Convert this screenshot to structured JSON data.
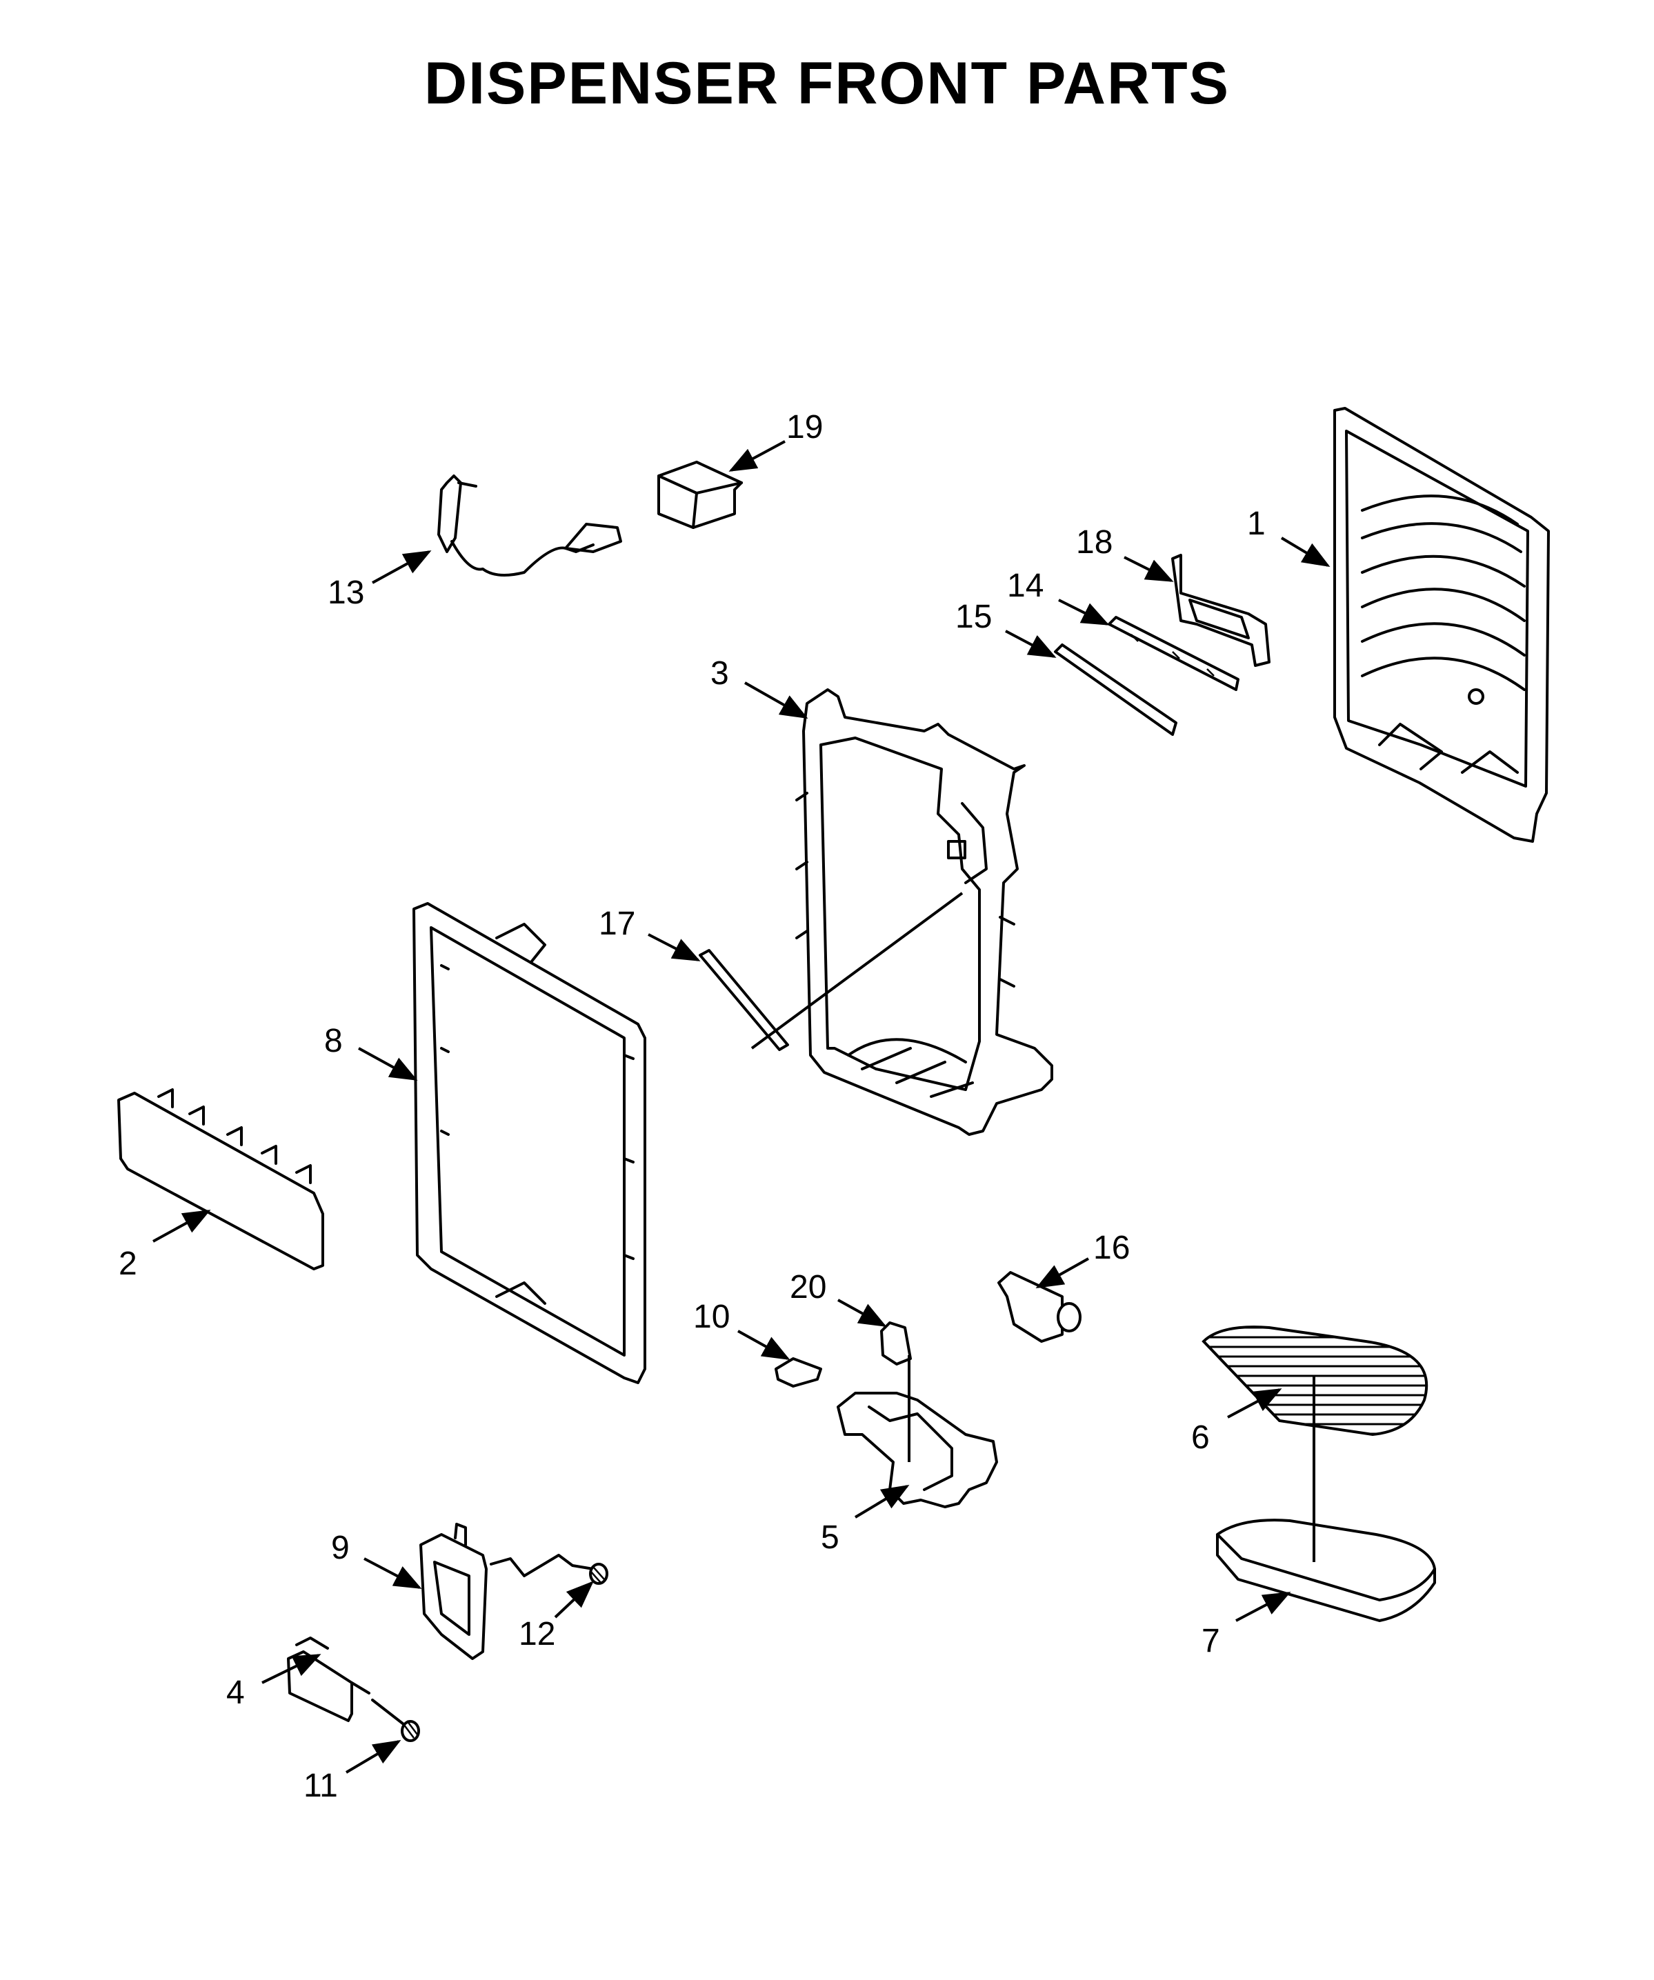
{
  "title": "DISPENSER FRONT PARTS",
  "callouts": [
    {
      "id": "1",
      "label": "1"
    },
    {
      "id": "2",
      "label": "2"
    },
    {
      "id": "3",
      "label": "3"
    },
    {
      "id": "4",
      "label": "4"
    },
    {
      "id": "5",
      "label": "5"
    },
    {
      "id": "6",
      "label": "6"
    },
    {
      "id": "7",
      "label": "7"
    },
    {
      "id": "8",
      "label": "8"
    },
    {
      "id": "9",
      "label": "9"
    },
    {
      "id": "10",
      "label": "10"
    },
    {
      "id": "11",
      "label": "11"
    },
    {
      "id": "12",
      "label": "12"
    },
    {
      "id": "13",
      "label": "13"
    },
    {
      "id": "14",
      "label": "14"
    },
    {
      "id": "15",
      "label": "15"
    },
    {
      "id": "16",
      "label": "16"
    },
    {
      "id": "17",
      "label": "17"
    },
    {
      "id": "18",
      "label": "18"
    },
    {
      "id": "19",
      "label": "19"
    },
    {
      "id": "20",
      "label": "20"
    }
  ]
}
